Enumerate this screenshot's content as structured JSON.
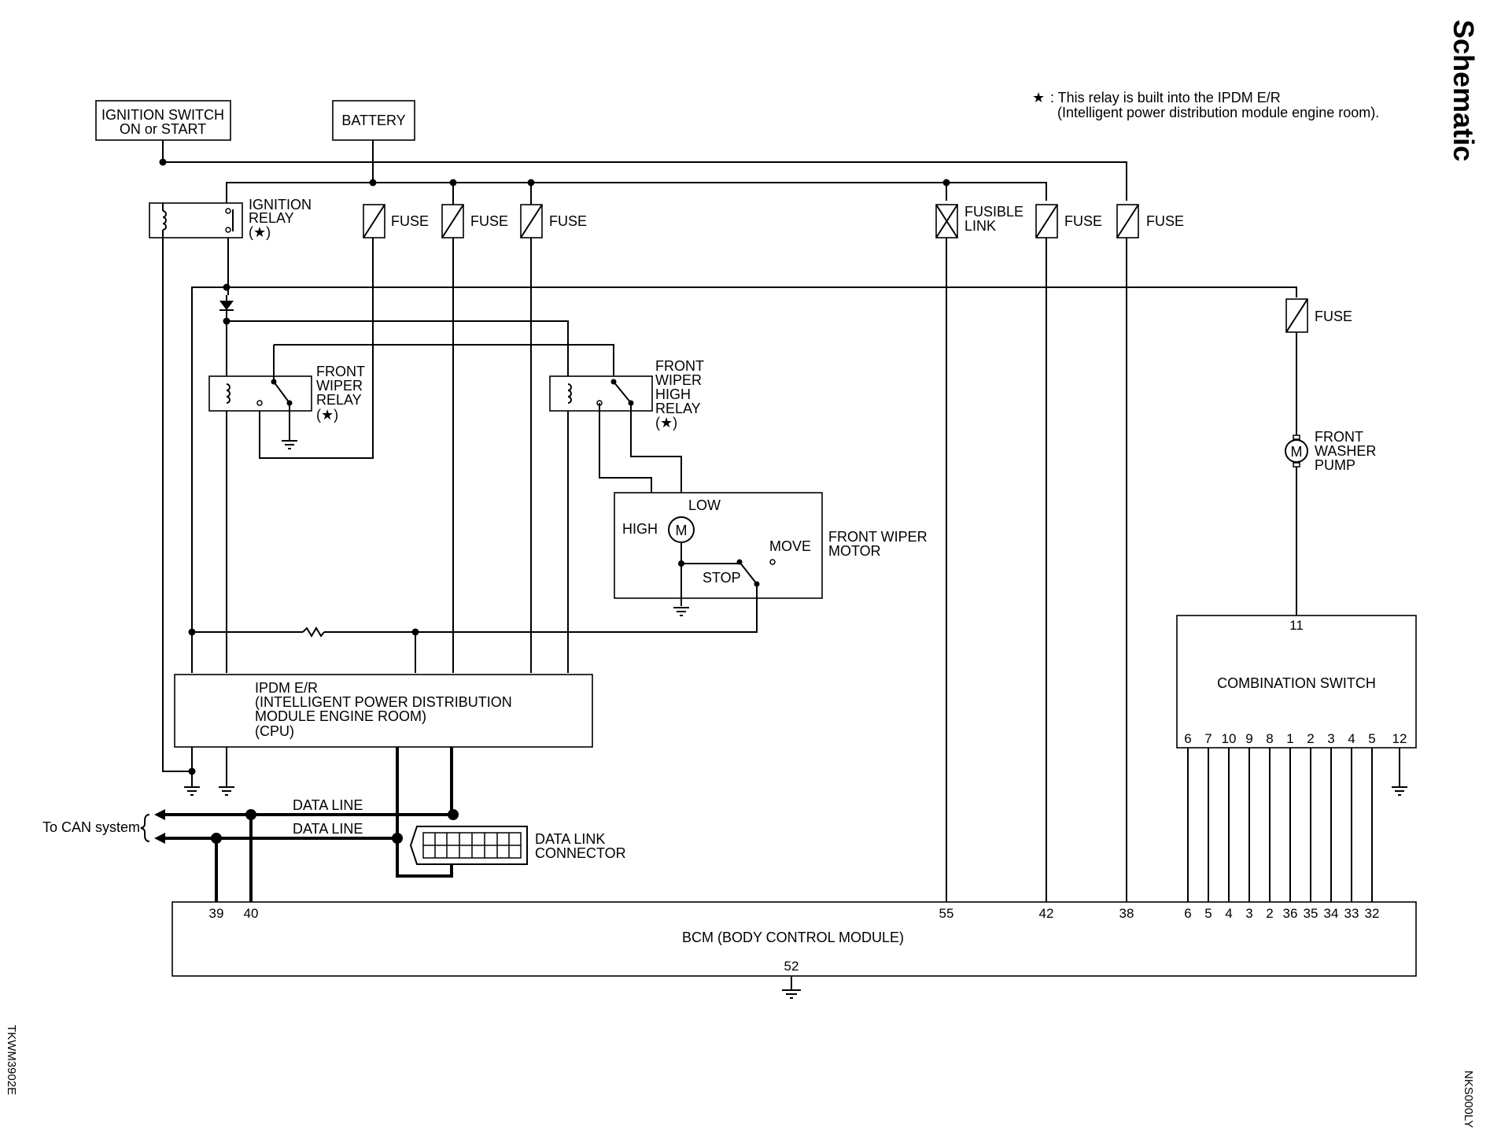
{
  "side_title": "Schematic",
  "footnote": {
    "star": "★",
    "line1": ": This relay is built into the IPDM E/R",
    "line2": "(Intelligent power distribution module engine room)."
  },
  "codes": {
    "left": "TKWM3902E",
    "right": "NKS000LY"
  },
  "components": {
    "ign_switch": [
      "IGNITION SWITCH",
      "ON or START"
    ],
    "battery": "BATTERY",
    "ign_relay": [
      "IGNITION",
      "RELAY",
      "(★)"
    ],
    "fuse": "FUSE",
    "fusible_link": [
      "FUSIBLE",
      "LINK"
    ],
    "wiper_relay": [
      "FRONT",
      "WIPER",
      "RELAY",
      "(★)"
    ],
    "wiper_high_relay": [
      "FRONT",
      "WIPER",
      "HIGH",
      "RELAY",
      "(★)"
    ],
    "wiper_motor": [
      "FRONT WIPER",
      "MOTOR"
    ],
    "motor_terms": {
      "low": "LOW",
      "high": "HIGH",
      "move": "MOVE",
      "stop": "STOP",
      "m": "M"
    },
    "washer_pump": [
      "FRONT",
      "WASHER",
      "PUMP"
    ],
    "ipdm": [
      "IPDM E/R",
      "(INTELLIGENT POWER DISTRIBUTION",
      "MODULE ENGINE ROOM)",
      "(CPU)"
    ],
    "combination_switch": "COMBINATION SWITCH",
    "combo_top_pin": "11",
    "combo_pins": [
      "6",
      "7",
      "10",
      "9",
      "8",
      "1",
      "2",
      "3",
      "4",
      "5",
      "12"
    ],
    "data_line": "DATA LINE",
    "to_can": "To CAN system",
    "dlc": [
      "DATA LINK",
      "CONNECTOR"
    ],
    "bcm": "BCM (BODY CONTROL MODULE)",
    "bcm_pins": [
      "39",
      "40",
      "55",
      "42",
      "38",
      "6",
      "5",
      "4",
      "3",
      "2",
      "36",
      "35",
      "34",
      "33",
      "32"
    ],
    "bcm_ground_pin": "52"
  }
}
